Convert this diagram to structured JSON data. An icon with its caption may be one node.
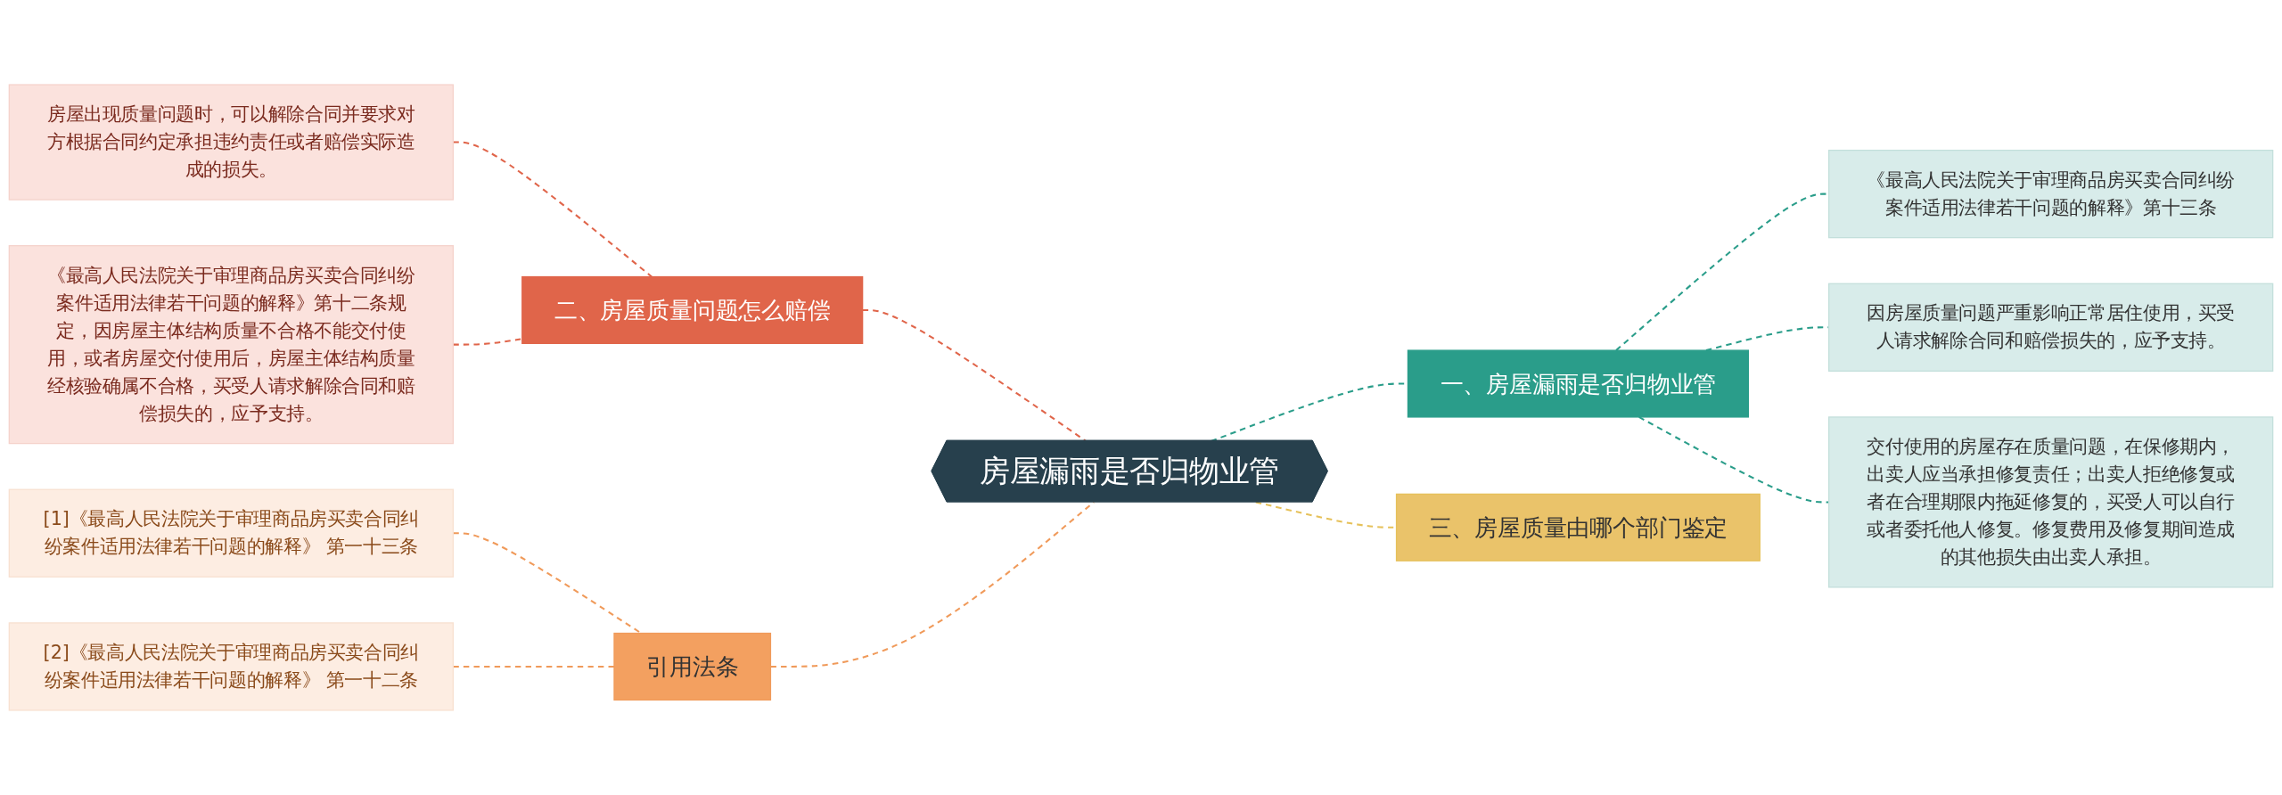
{
  "diagram": {
    "nodes": [
      {
        "text": [
          "房屋漏雨是否归物业管"
        ]
      },
      {
        "text": [
          "一、房屋漏雨是否归物业管"
        ]
      },
      {
        "text": [
          "《最高人民法院关于审理商品房买卖合同纠纷案件适用法律若干问题的解释》第十三条"
        ]
      },
      {
        "text": [
          "因房屋质量问题严重影响正常居住使用，买受人请求解除合同和赔偿损失的，应予支持。"
        ]
      },
      {
        "text": [
          "交付使用的房屋存在质量问题，在保修期内，出卖人应当承担修复责任；出卖人拒绝修复或者在合理期限内拖延修复的，买受人可以自行或者委托他人修复。修复费用及修复期间造成的其他损失由出卖人承担。"
        ]
      },
      {
        "text": [
          "三、房屋质量由哪个部门鉴定"
        ]
      },
      {
        "text": [
          "二、房屋质量问题怎么赔偿"
        ]
      },
      {
        "text": [
          "房屋出现质量问题时，可以解除合同并要求对方根据合同约定承担违约责任或者赔偿实际造成的损失。"
        ]
      },
      {
        "text": [
          "《最高人民法院关于审理商品房买卖合同纠纷案件适用法律若干问题的解释》第十二条规定，因房屋主体结构质量不合格不能交付使用，或者房屋交付使用后，房屋主体结构质量经核验确属不合格，买受人请求解除合同和赔偿损失的，应予支持。"
        ]
      },
      {
        "text": [
          "引用法条"
        ]
      },
      {
        "text": [
          "[1]《最高人民法院关于审理商品房买卖合同纠纷案件适用法律若干问题的解释》 第一十三条"
        ]
      },
      {
        "text": [
          "[2]《最高人民法院关于审理商品房买卖合同纠纷案件适用法律若干问题的解释》 第一十二条"
        ]
      }
    ],
    "edges": [
      {
        "from": 0,
        "to": 1,
        "arrow": "none",
        "style": "dashed",
        "color": "#2a9d8a"
      },
      {
        "from": 1,
        "to": 2,
        "arrow": "none",
        "style": "dashed",
        "color": "#2a9d8a"
      },
      {
        "from": 1,
        "to": 3,
        "arrow": "none",
        "style": "dashed",
        "color": "#2a9d8a"
      },
      {
        "from": 1,
        "to": 4,
        "arrow": "none",
        "style": "dashed",
        "color": "#2a9d8a"
      },
      {
        "from": 0,
        "to": 5,
        "arrow": "none",
        "style": "dashed",
        "color": "#e6c15a"
      },
      {
        "from": 6,
        "to": 0,
        "arrow": "none",
        "style": "dashed",
        "color": "#e0654a"
      },
      {
        "from": 7,
        "to": 6,
        "arrow": "none",
        "style": "dashed",
        "color": "#e0654a"
      },
      {
        "from": 8,
        "to": 6,
        "arrow": "none",
        "style": "dashed",
        "color": "#e0654a"
      },
      {
        "from": 9,
        "to": 0,
        "arrow": "none",
        "style": "dashed",
        "color": "#f09a5a"
      },
      {
        "from": 10,
        "to": 9,
        "arrow": "none",
        "style": "dashed",
        "color": "#f09a5a"
      },
      {
        "from": 11,
        "to": 9,
        "arrow": "none",
        "style": "dashed",
        "color": "#f09a5a"
      }
    ]
  }
}
